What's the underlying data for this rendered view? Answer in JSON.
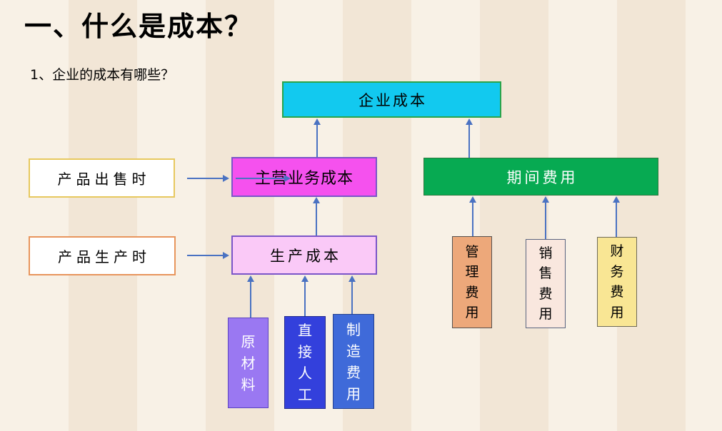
{
  "slide": {
    "title": "一、什么是成本？",
    "subtitle": "1、企业的成本有哪些？"
  },
  "diagram": {
    "nodes": {
      "enterprise_cost": {
        "label": "企业成本",
        "fill": "#12c9ef",
        "border": "#2aa44a",
        "text_color": "#000000"
      },
      "product_sold": {
        "label": "产品出售时",
        "fill": "#ffffff",
        "border": "#e7c85e",
        "text_color": "#000000"
      },
      "main_business_cost": {
        "label": "主营业务成本",
        "fill": "#f551ee",
        "border": "#7a55c8",
        "text_color": "#000000"
      },
      "period_expense": {
        "label": "期间费用",
        "fill": "#07aa52",
        "border": "#2b7a3e",
        "text_color": "#ffffff"
      },
      "product_producing": {
        "label": "产品生产时",
        "fill": "#ffffff",
        "border": "#e8955c",
        "text_color": "#000000"
      },
      "production_cost": {
        "label": "生产成本",
        "fill": "#fac9f7",
        "border": "#7a55c8",
        "text_color": "#000000"
      },
      "raw_material": {
        "label": "原材料",
        "fill": "#9a78f2",
        "text_color": "#ffffff"
      },
      "direct_labor": {
        "label": "直接人工",
        "fill": "#3340dc",
        "text_color": "#ffffff"
      },
      "manufacturing_expense": {
        "label": "制造费用",
        "fill": "#3f6ad9",
        "text_color": "#ffffff"
      },
      "admin_expense": {
        "label": "管理费用",
        "fill": "#eda87a",
        "text_color": "#000000"
      },
      "selling_expense": {
        "label": "销售费用",
        "fill": "#f9e7de",
        "text_color": "#000000"
      },
      "finance_expense": {
        "label": "财务费用",
        "fill": "#f9e694",
        "text_color": "#000000"
      }
    },
    "colors": {
      "background": "#f6ecdd",
      "arrow": "#4a72c2"
    }
  }
}
